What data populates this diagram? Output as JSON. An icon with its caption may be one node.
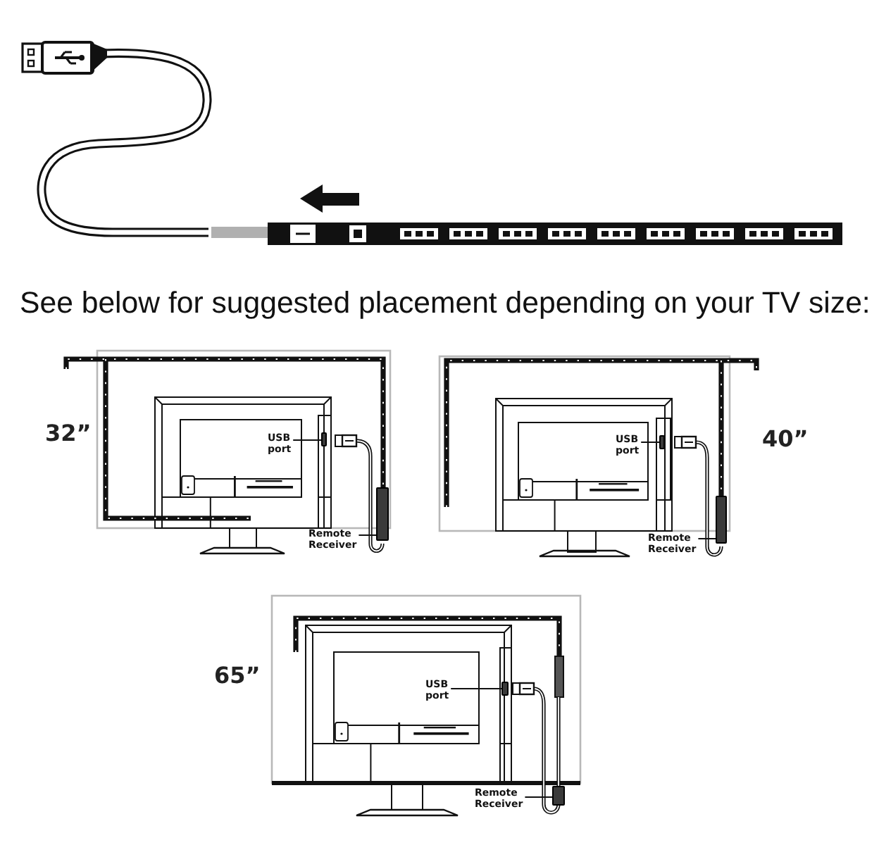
{
  "diagram": {
    "nodes": [
      {
        "text": [
          "USB port"
        ]
      },
      {
        "text": [],
        "shape": "box"
      },
      {
        "text": [
          "Remote Receiver"
        ]
      },
      {
        "text": [],
        "shape": "box"
      },
      {
        "text": [
          "USB port"
        ]
      },
      {
        "text": [],
        "shape": "box"
      },
      {
        "text": [
          "Remote Receiver"
        ]
      },
      {
        "text": [],
        "shape": "box"
      },
      {
        "text": [
          "USB port"
        ]
      },
      {
        "text": [],
        "shape": "box"
      },
      {
        "text": [
          "Remote Receiver"
        ]
      },
      {
        "text": [],
        "shape": "box"
      }
    ],
    "edges": [
      {
        "from": 0,
        "to": 1,
        "arrow": "none"
      },
      {
        "from": 2,
        "to": 3,
        "arrow": "none"
      },
      {
        "from": 4,
        "to": 5,
        "arrow": "none"
      },
      {
        "from": 6,
        "to": 7,
        "arrow": "none"
      },
      {
        "from": 8,
        "to": 9,
        "arrow": "none"
      },
      {
        "from": 10,
        "to": 11,
        "arrow": "none"
      }
    ],
    "labels": [
      "See below for suggested placement depending on your TV size:",
      "32”",
      "40”",
      "65”"
    ]
  }
}
